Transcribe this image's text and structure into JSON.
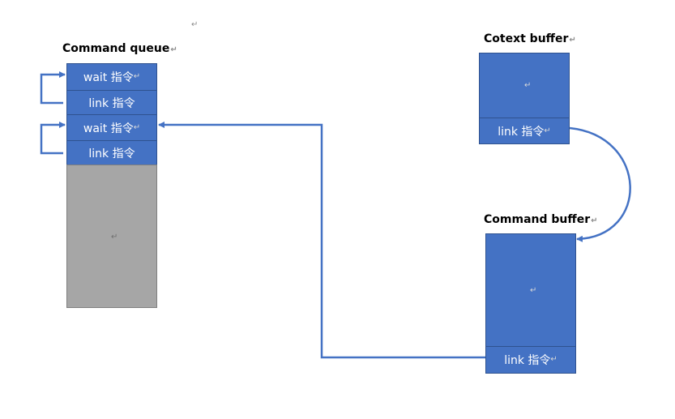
{
  "paragraph_mark": "↵",
  "labels": {
    "command_queue": "Command queue",
    "context_buffer": "Cotext buffer",
    "command_buffer": "Command buffer"
  },
  "queue_cells": [
    "wait 指令",
    "link 指令",
    "wait 指令",
    "link 指令"
  ],
  "context_buffer_cell": "link 指令",
  "command_buffer_cell": "link 指令",
  "colors": {
    "block_fill": "#4472c4",
    "block_border": "#2f528f",
    "free_space_fill": "#a6a6a6",
    "arrow": "#4472c4"
  }
}
